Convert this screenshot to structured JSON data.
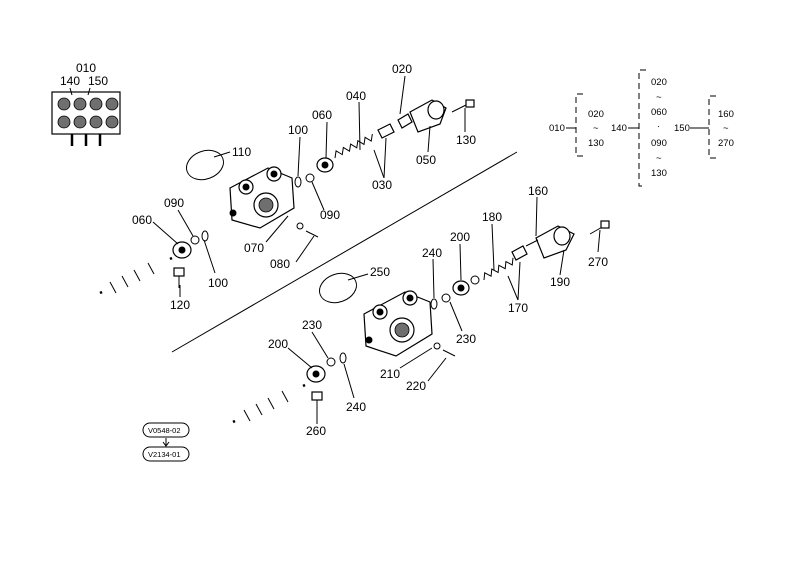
{
  "inset": {
    "top": "010",
    "left": "140",
    "right": "150"
  },
  "callouts": {
    "c020_top": "020",
    "c040": "040",
    "c060_top": "060",
    "c100_top": "100",
    "c110": "110",
    "c130_top": "130",
    "c050": "050",
    "c030": "030",
    "c090_mid": "090",
    "c070": "070",
    "c080": "080",
    "c090_left": "090",
    "c060_left": "060",
    "c100_left": "100",
    "c120": "120",
    "c160": "160",
    "c180": "180",
    "c200_top": "200",
    "c240_top": "240",
    "c250": "250",
    "c270": "270",
    "c190": "190",
    "c170": "170",
    "c230_right": "230",
    "c230_left": "230",
    "c200_left": "200",
    "c210": "210",
    "c220": "220",
    "c240_bottom": "240",
    "c260": "260"
  },
  "tree": {
    "n010": "010",
    "n140": "140",
    "n150": "150",
    "g1_a": "020",
    "g1_tilde": "~",
    "g1_b": "130",
    "g2_a": "020",
    "g2_t1": "~",
    "g2_b": "060",
    "g2_dot": "·",
    "g2_c": "090",
    "g2_t2": "~",
    "g2_d": "130",
    "g3_a": "160",
    "g3_tilde": "~",
    "g3_b": "270"
  },
  "serial": {
    "from": "V0548-02",
    "to": "V2134-01"
  }
}
